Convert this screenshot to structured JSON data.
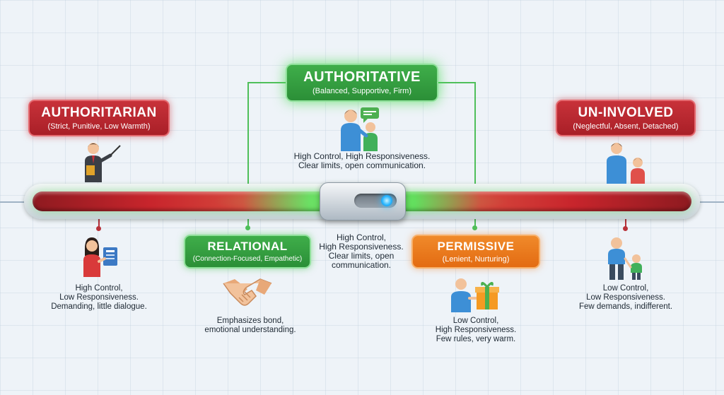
{
  "styles": [
    {
      "id": "authoritarian",
      "title": "AUTHORITARIAN",
      "subtitle": "(Strict, Punitive, Low Warmth)",
      "lines": [
        "High Control,",
        "Low Responsiveness.",
        "Demanding, little dialogue."
      ],
      "color": "#b5262e"
    },
    {
      "id": "authoritative",
      "title": "AUTHORITATIVE",
      "subtitle": "(Balanced, Supportive, Firm)",
      "lines": [
        "High Control, High Responsiveness.",
        "Clear limits, open communication."
      ],
      "color": "#33a040"
    },
    {
      "id": "uninvolved",
      "title": "UN-INVOLVED",
      "subtitle": "(Neglectful, Absent, Detached)",
      "lines": [
        "Low Control,",
        "Low Responsiveness.",
        "Few demands, indifferent."
      ],
      "color": "#b5262e"
    },
    {
      "id": "relational",
      "title": "RELATIONAL",
      "subtitle": "(Connection-Focused, Empathetic)",
      "lines": [
        "Emphasizes bond,",
        "emotional understanding."
      ],
      "color": "#33a040"
    },
    {
      "id": "permissive",
      "title": "PERMISSIVE",
      "subtitle": "(Lenient, Nurturing)",
      "lines": [
        "Low Control,",
        "High Responsiveness.",
        "Few rules, very warm."
      ],
      "color": "#e8771c"
    }
  ],
  "center_note": [
    "High Control,",
    "High Responsiveness.",
    "Clear limits, open",
    "communication."
  ],
  "slider": {
    "position": 0.5,
    "track_colors": [
      "#9e1b22",
      "#c8252c",
      "#5fd35a",
      "#c8252c",
      "#9e1b22"
    ]
  },
  "icons": [
    "teacher-pointer-icon",
    "parent-child-speech-icon",
    "parent-child-distant-icon",
    "woman-clipboard-icon",
    "handshake-icon",
    "parent-gift-icon",
    "parent-child-holding-hands-icon"
  ]
}
